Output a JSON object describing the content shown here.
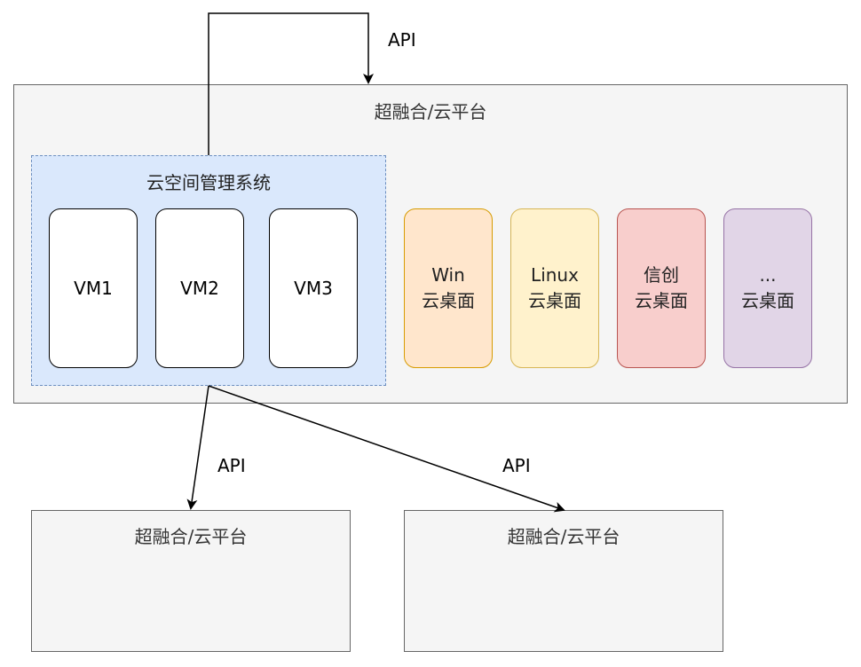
{
  "top_platform": {
    "title": "超融合/云平台"
  },
  "management": {
    "title": "云空间管理系统",
    "vms": [
      "VM1",
      "VM2",
      "VM3"
    ]
  },
  "desktops": [
    {
      "line1": "Win",
      "line2": "云桌面",
      "fill": "#ffe6cc",
      "stroke": "#d79b00"
    },
    {
      "line1": "Linux",
      "line2": "云桌面",
      "fill": "#fff2cc",
      "stroke": "#d6b656"
    },
    {
      "line1": "信创",
      "line2": "云桌面",
      "fill": "#f8cecc",
      "stroke": "#b85450"
    },
    {
      "line1": "...",
      "line2": "云桌面",
      "fill": "#e1d5e7",
      "stroke": "#9673a6"
    }
  ],
  "bottom_platforms": [
    {
      "title": "超融合/云平台"
    },
    {
      "title": "超融合/云平台"
    }
  ],
  "api_labels": [
    "API",
    "API",
    "API"
  ]
}
